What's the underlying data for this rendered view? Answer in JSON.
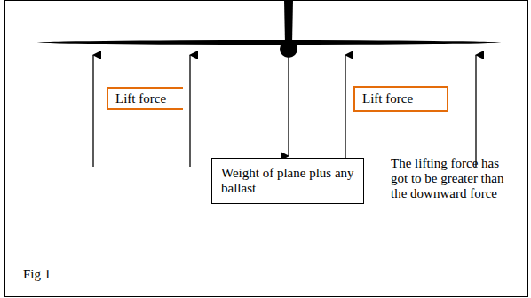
{
  "diagram": {
    "nodes": [
      {
        "text": [
          "Lift force"
        ]
      },
      {
        "text": [
          "Lift force"
        ]
      },
      {
        "text": [
          "Weight of plane plus any ballast"
        ]
      }
    ],
    "labels": [
      "The lifting force has got to be greater than the downward force",
      "Fig 1"
    ]
  }
}
